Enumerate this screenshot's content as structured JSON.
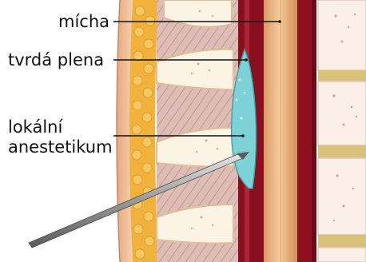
{
  "labels": {
    "spinal_cord": "mícha",
    "dura_mater": "tvrdá plena",
    "anesthetic_line1": "lokální",
    "anesthetic_line2": "anestetikum"
  },
  "colors": {
    "skin": "#F3C9A4",
    "fat": "#F0B23A",
    "muscle": "#D8B8B0",
    "bone": "#FBF3E4",
    "bone_shade": "#E9C9A8",
    "epidural_dark": "#8E1020",
    "anesthetic": "#7ED3D8",
    "spinal_cord": "#E9B482",
    "vertebra": "#FAEFE9",
    "disc": "#D8C27A",
    "needle": "#6E6E6E",
    "label_text": "#111111"
  }
}
